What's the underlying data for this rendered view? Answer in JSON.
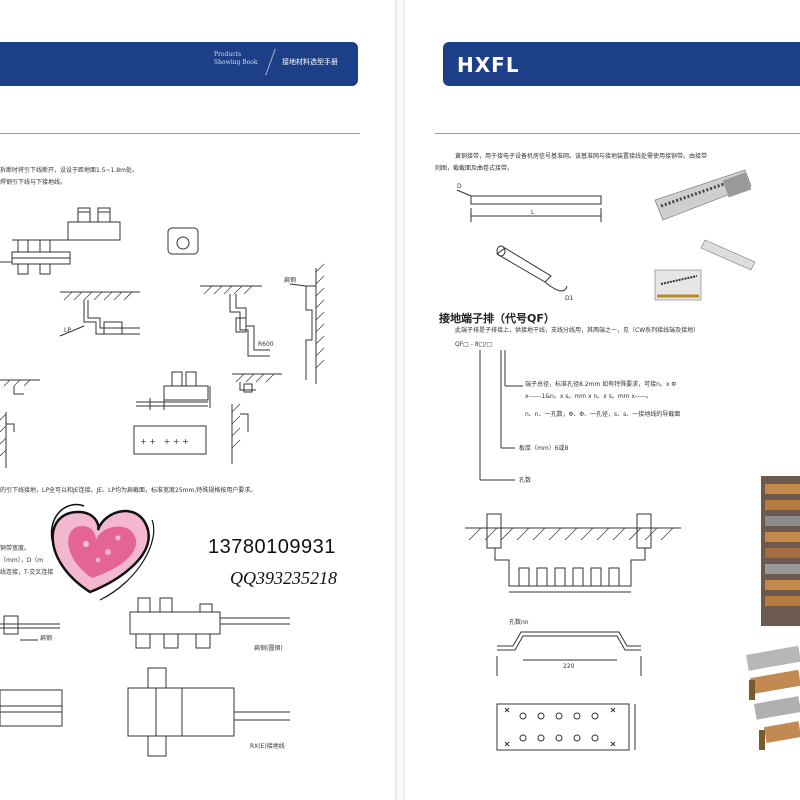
{
  "left_page": {
    "header": {
      "small_title": "Products Showing Book",
      "title": "接地材料选型手册"
    },
    "text_lines": [
      "拆断时将引下线断开，设设于距地面1.5~1.8m处。",
      "焊钢引下线与下接地线。"
    ],
    "label_lp": "LP",
    "label_r600": "R600",
    "label_wall": "扁钢",
    "lower_text": "的引下线接地，LP全可以和JE连接。JE、LP均为扁截面，标准宽度25mm,特殊规格按用户要求。",
    "side_labels": [
      "铜带宽度。",
      "（mm），D（m",
      "线连接，T-交叉连接"
    ],
    "bottom_labels": {
      "flat_steel": "扁钢",
      "round_steel": "扁钢(圆钢)",
      "rx": "RX(E)接地线"
    }
  },
  "watermark": {
    "phone": "13780109931",
    "qq": "QQ393235218"
  },
  "right_page": {
    "header": {
      "logo": "HXFL"
    },
    "intro_lines": [
      "黄铜接带，用于接电子设备机房信号基准网。该基准网与接地装置接线处需使用接铜带。由接带",
      "则图，截截面及曲卷式接带。"
    ],
    "section_title": "接地端子排（代号QF）",
    "section_desc": "此端子排是子排接上，供接地干线，支线分线用，其两端之一，见（CW系列接线端及接地）",
    "code": "QF□ - 8□/□",
    "callouts": [
      "端子总径，标准孔径8.2mm 如有特殊要求，可接n。x Φ",
      "x------1&n。x s。mm x n。x s。mm x-----。",
      "n、n、一孔数，Φ、Φ、一孔径，s、s、一接地线的导截面",
      "板厚（mm）6或8",
      "孔数"
    ],
    "dim_label": "220",
    "hole_label": "孔数nn"
  }
}
